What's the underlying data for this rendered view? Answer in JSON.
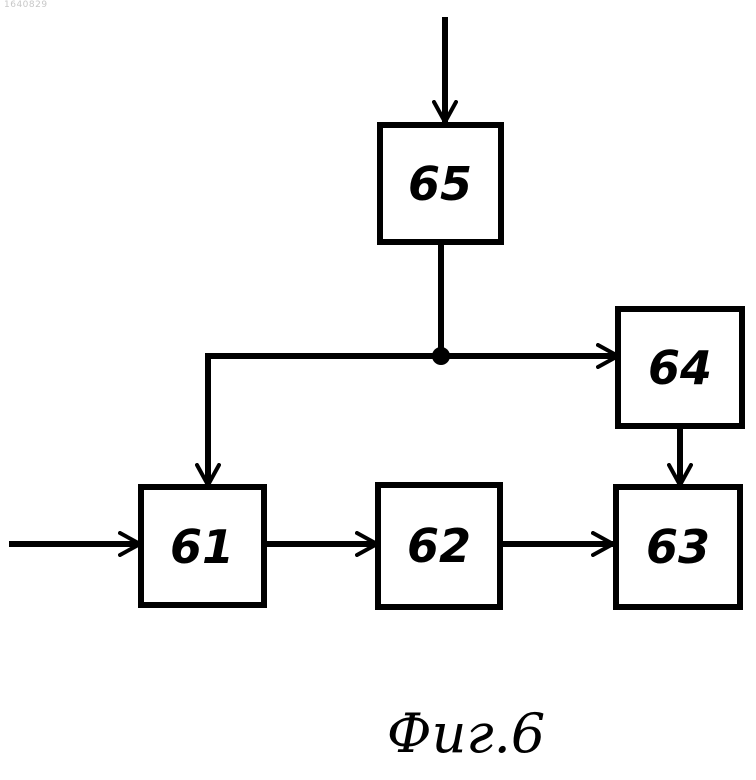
{
  "document_id": "1640829",
  "diagram": {
    "blocks": [
      {
        "id": "b61",
        "label": "61"
      },
      {
        "id": "b62",
        "label": "62"
      },
      {
        "id": "b63",
        "label": "63"
      },
      {
        "id": "b64",
        "label": "64"
      },
      {
        "id": "b65",
        "label": "65"
      }
    ],
    "connections": [
      {
        "from": "external-input-top",
        "to": "65"
      },
      {
        "from": "65",
        "to": "junction"
      },
      {
        "from": "junction",
        "to": "64"
      },
      {
        "from": "junction",
        "to": "61"
      },
      {
        "from": "64",
        "to": "63"
      },
      {
        "from": "external-input-left",
        "to": "61"
      },
      {
        "from": "61",
        "to": "62"
      },
      {
        "from": "62",
        "to": "63"
      }
    ]
  },
  "caption": "Фиг.6"
}
